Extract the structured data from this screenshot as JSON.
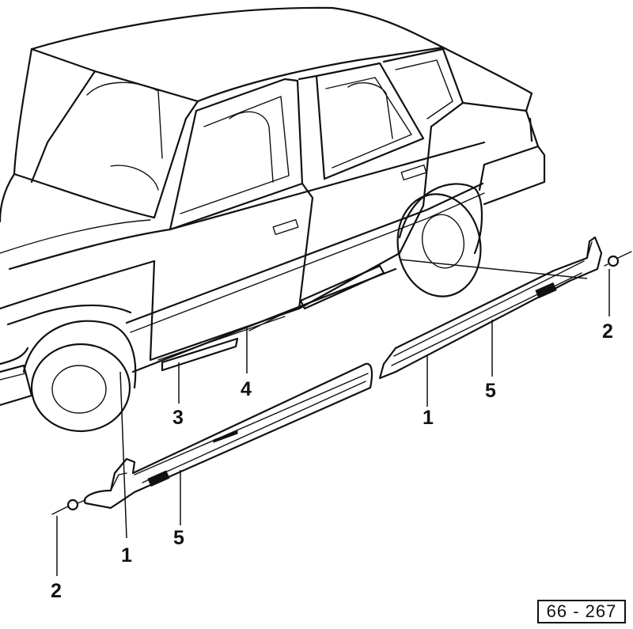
{
  "callouts": {
    "c1_front": "1",
    "c1_rear": "1",
    "c2_front": "2",
    "c2_rear": "2",
    "c3": "3",
    "c4": "4",
    "c5_front": "5",
    "c5_rear": "5"
  },
  "figure_ref": "66 - 267",
  "colors": {
    "ink": "#111111",
    "paper": "#ffffff"
  }
}
